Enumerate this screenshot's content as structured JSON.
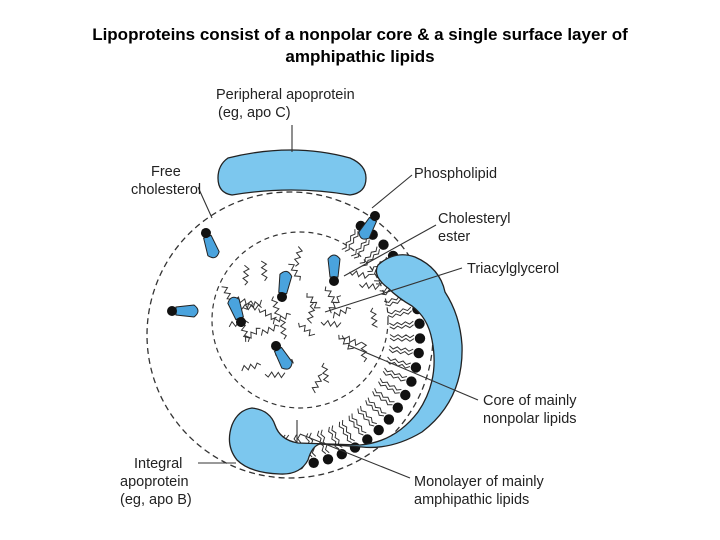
{
  "title": {
    "line1": "Lipoproteins consist of a nonpolar core & a single surface layer of",
    "line2": "amphipathic lipids"
  },
  "labels": {
    "peripheral_1": "Peripheral apoprotein",
    "peripheral_2": "(eg, apo C)",
    "free_chol_1": "Free",
    "free_chol_2": "cholesterol",
    "phospholipid": "Phospholipid",
    "chol_ester_1": "Cholesteryl",
    "chol_ester_2": "ester",
    "triacylglycerol": "Triacylglycerol",
    "core_1": "Core of mainly",
    "core_2": "nonpolar lipids",
    "integral_1": "Integral",
    "integral_2": "apoprotein",
    "integral_3": "(eg, apo B)",
    "monolayer_1": "Monolayer of mainly",
    "monolayer_2": "amphipathic lipids"
  },
  "colors": {
    "protein_fill": "#7cc7ee",
    "stroke": "#222222",
    "headgroup": "#111111"
  }
}
